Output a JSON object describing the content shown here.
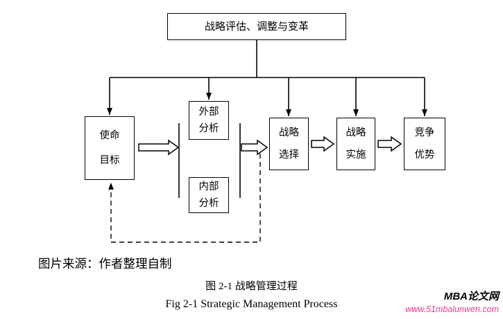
{
  "diagram": {
    "top_box": "战略评估、调整与变革",
    "mission_box": {
      "line1": "使命",
      "line2": "目标"
    },
    "external_box": {
      "line1": "外部",
      "line2": "分析"
    },
    "internal_box": {
      "line1": "内部",
      "line2": "分析"
    },
    "selection_box": {
      "line1": "战略",
      "line2": "选择"
    },
    "implementation_box": {
      "line1": "战略",
      "line2": "实施"
    },
    "advantage_box": {
      "line1": "竞争",
      "line2": "优势"
    }
  },
  "captions": {
    "source_note": "图片来源：作者整理自制",
    "figure_caption_cn": "图 2-1 战略管理过程",
    "figure_caption_en": "Fig 2-1 Strategic Management Process"
  },
  "watermark": {
    "site_name": "MBA论文网",
    "site_url": "www.51mbalunwen.com",
    "url_color": "#e73a95"
  }
}
